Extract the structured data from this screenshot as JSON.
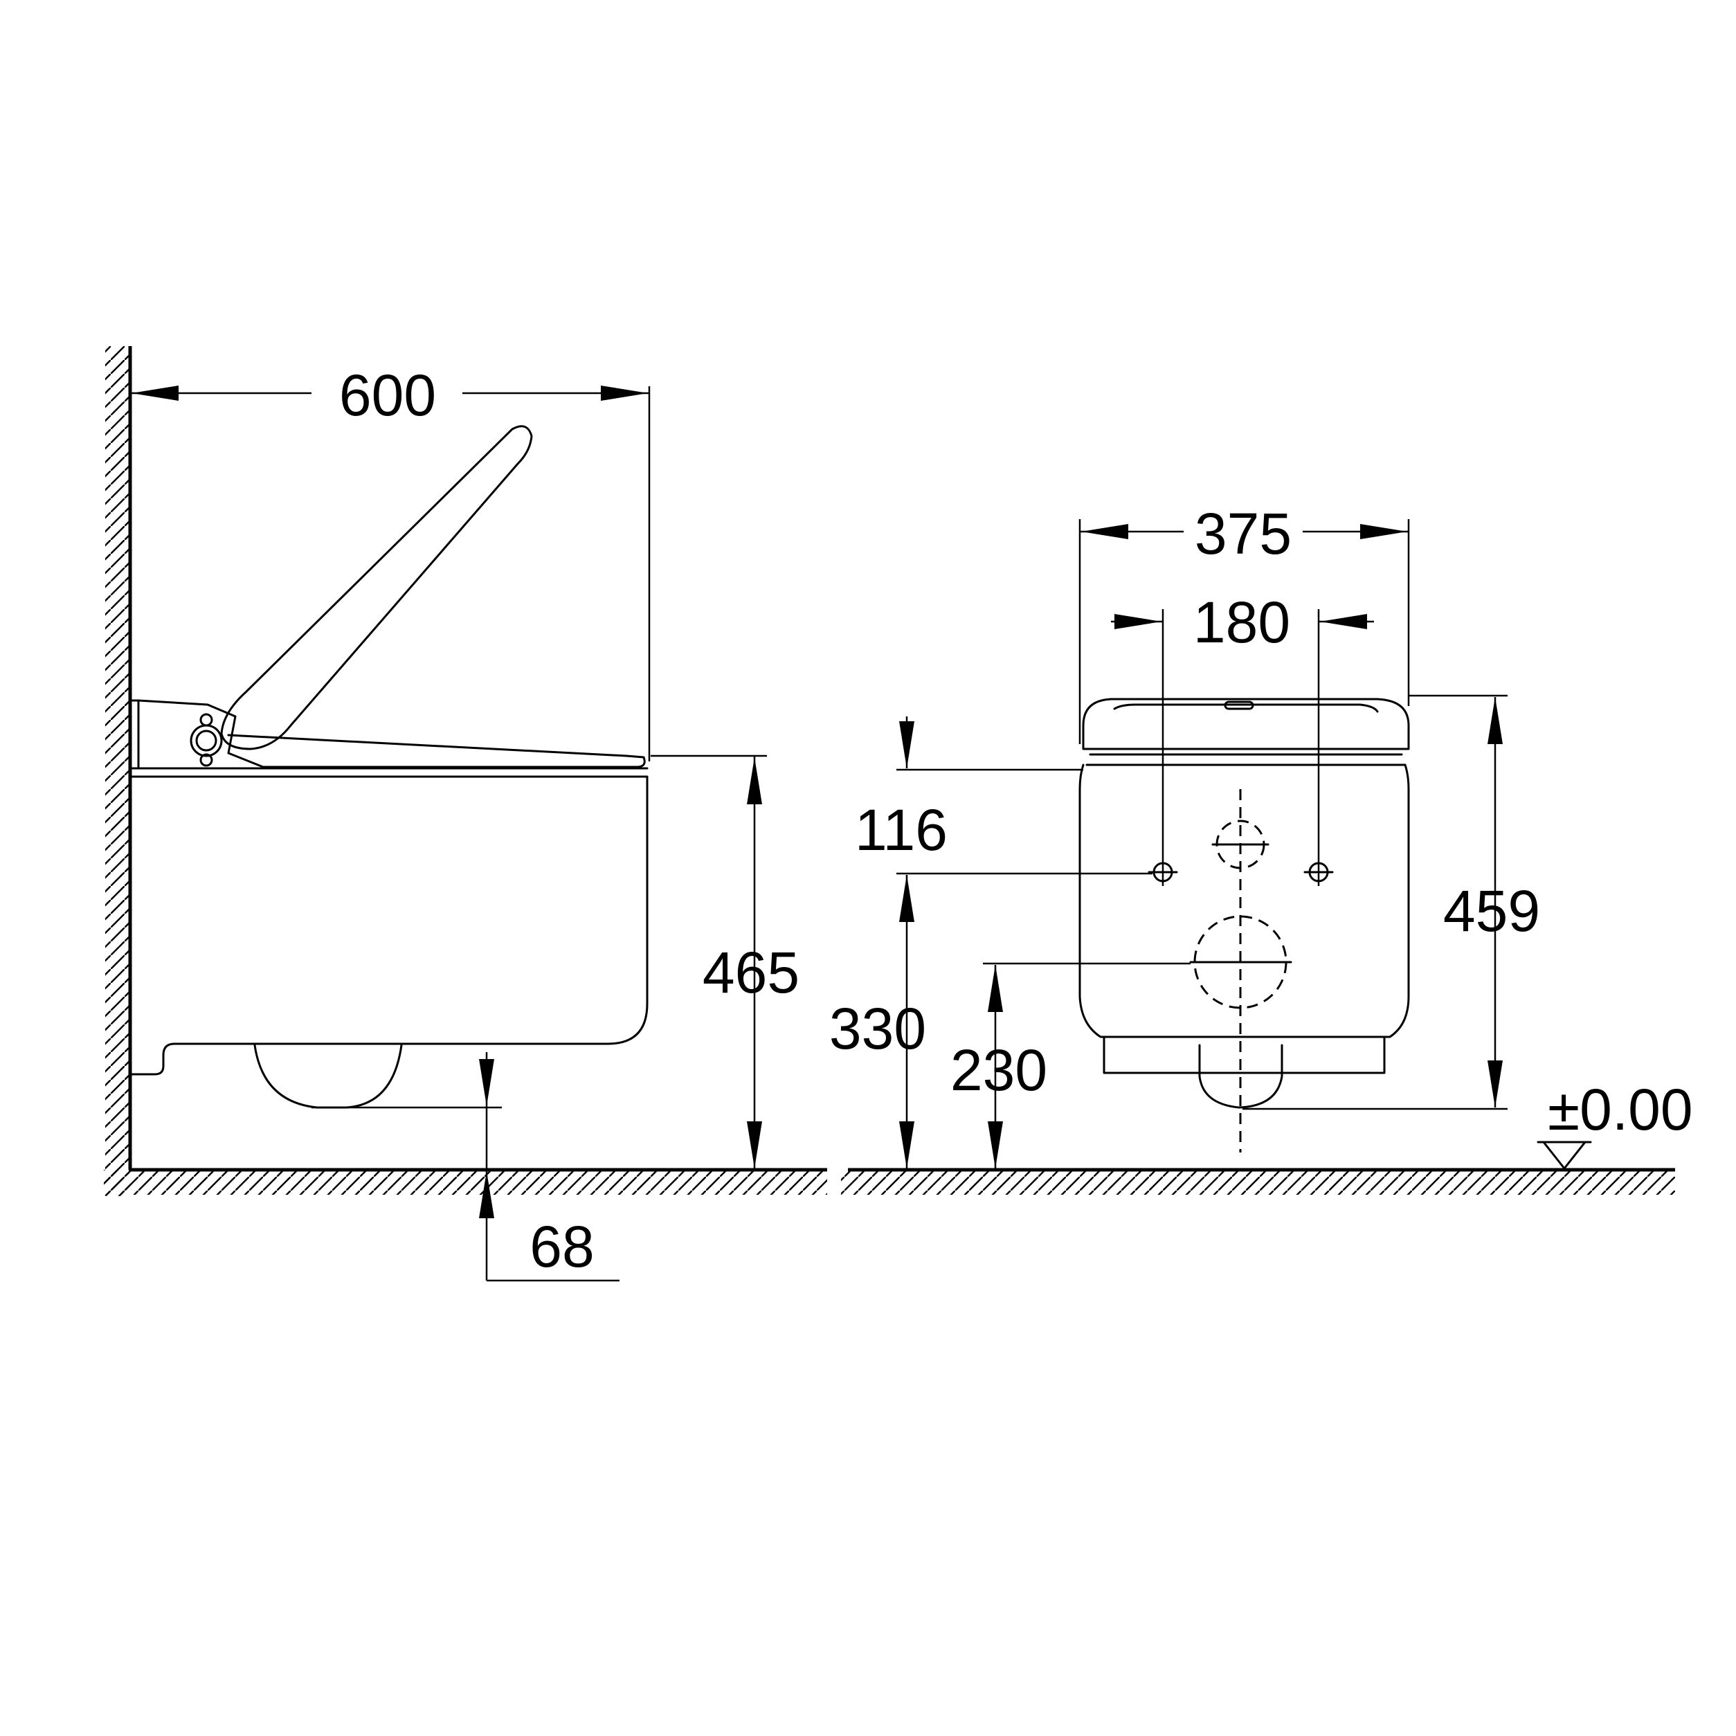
{
  "dimensions": {
    "depth": "600",
    "height_front": "465",
    "floor_gap": "68",
    "width": "375",
    "fixing_distance": "180",
    "fixing_offset": "116",
    "fixing_height": "330",
    "outlet_height": "230",
    "seat_height": "459",
    "floor_level": "±0.00"
  }
}
